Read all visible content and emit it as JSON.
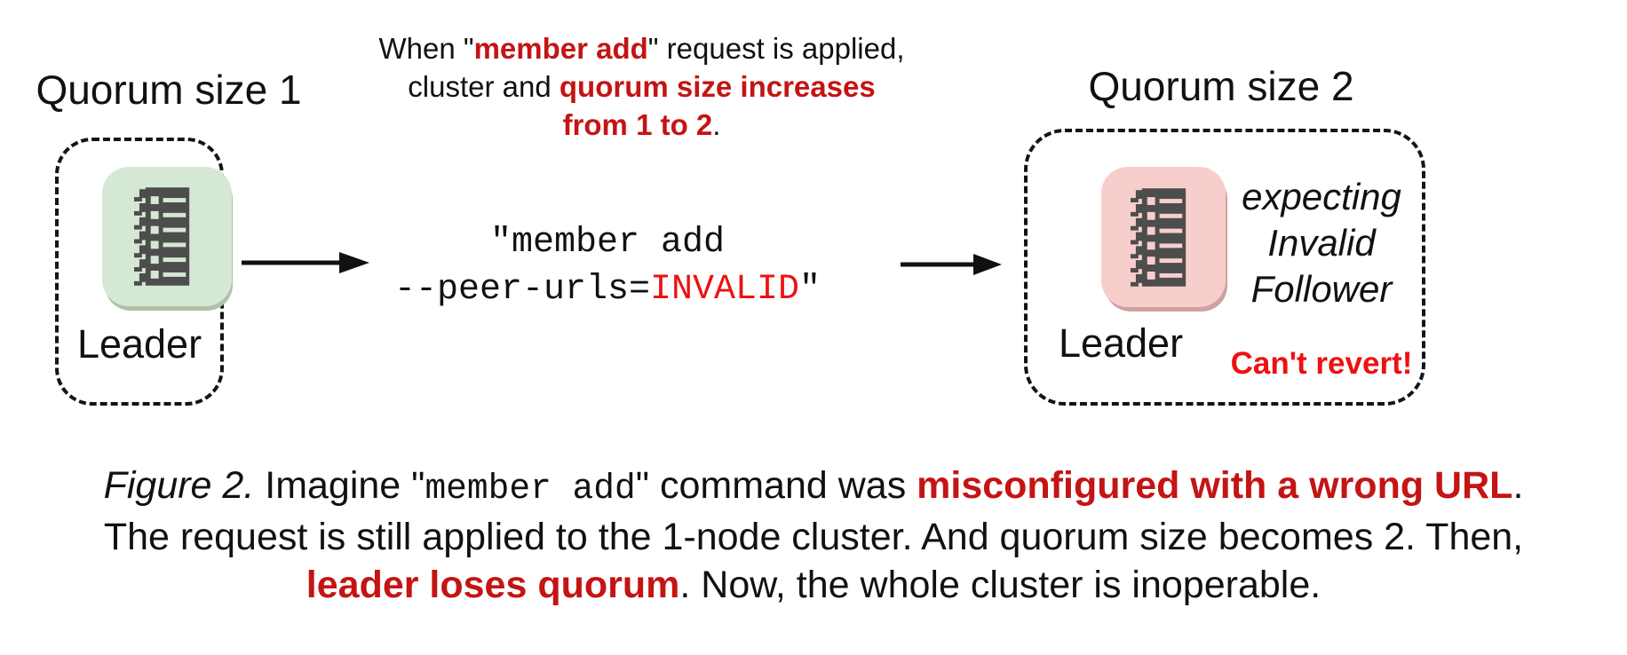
{
  "colors": {
    "red_dark": "#c41414",
    "red_bright": "#ee1111",
    "icon_green_bg": "#d5e8d4",
    "icon_green_shadow": "#b0c2a8",
    "icon_pink_bg": "#f8cecc",
    "icon_pink_shadow": "#cda2a0",
    "glyph_dark": "#4d4d4d",
    "text_black": "#111111"
  },
  "left_cluster": {
    "title": "Quorum size 1",
    "node_label": "Leader"
  },
  "right_cluster": {
    "title": "Quorum size 2",
    "node_label": "Leader",
    "expecting": [
      "expecting",
      "Invalid",
      "Follower"
    ],
    "warning": "Can't revert!"
  },
  "annotation": {
    "lines": [
      [
        {
          "t": "When \""
        },
        {
          "t": "member add",
          "c": "rb"
        },
        {
          "t": "\" request is applied,"
        }
      ],
      [
        {
          "t": "cluster and "
        },
        {
          "t": "quorum size increases",
          "c": "rb"
        }
      ],
      [
        {
          "t": "from 1 to 2",
          "c": "rb"
        },
        {
          "t": "."
        }
      ]
    ]
  },
  "command": {
    "lines": [
      [
        {
          "t": "\"member add"
        }
      ],
      [
        {
          "t": "--peer-urls="
        },
        {
          "t": "INVALID",
          "c": "red"
        },
        {
          "t": "\""
        }
      ]
    ]
  },
  "caption": {
    "lines": [
      [
        {
          "t": "Figure 2.",
          "c": "it"
        },
        {
          "t": " Imagine \""
        },
        {
          "t": "member add",
          "c": "mono"
        },
        {
          "t": "\" command was "
        },
        {
          "t": "misconfigured with a wrong URL",
          "c": "rb"
        },
        {
          "t": "."
        }
      ],
      [
        {
          "t": "The request is still applied to the 1-node cluster. And quorum size becomes 2. Then,"
        }
      ],
      [
        {
          "t": "leader loses quorum",
          "c": "rb"
        },
        {
          "t": ". Now, the whole cluster is inoperable."
        }
      ]
    ]
  },
  "icons": {
    "left_node": "member-ledger-icon",
    "right_node": "member-ledger-icon",
    "arrow_left": "arrow-right-icon",
    "arrow_right": "arrow-right-icon"
  }
}
